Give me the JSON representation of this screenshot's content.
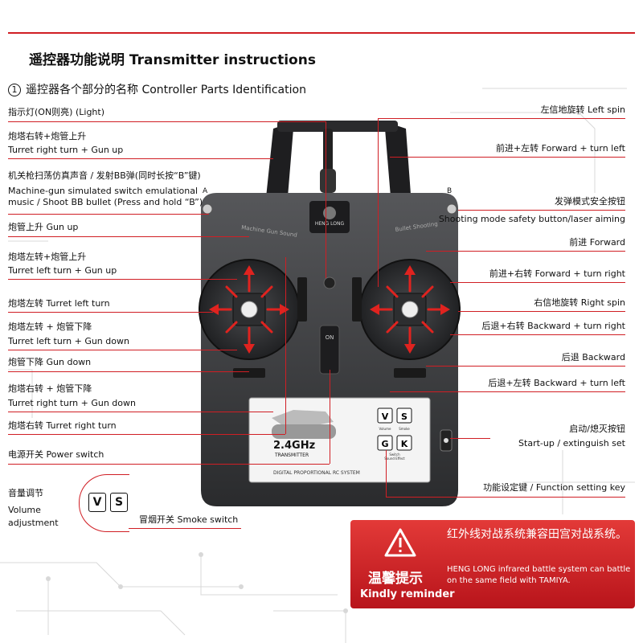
{
  "header": {
    "title": "遥控器功能说明   Transmitter instructions",
    "section_number": "1",
    "section_title": "遥控器各个部分的名称   Controller Parts Identification"
  },
  "labels_left": [
    {
      "zh": "指示灯(ON则亮) (Light)",
      "en": ""
    },
    {
      "zh": "炮塔右转+炮管上升",
      "en": "Turret right turn + Gun up"
    },
    {
      "zh": "机关枪扫荡仿真声音 / 发射BB弹(同时长按“B”键)",
      "en": "Machine-gun simulated switch emulational music / Shoot BB bullet (Press and hold “B”)"
    },
    {
      "zh": "炮管上升 Gun up",
      "en": ""
    },
    {
      "zh": "炮塔左转+炮管上升",
      "en": "Turret left turn + Gun up"
    },
    {
      "zh": "炮塔左转 Turret left turn",
      "en": ""
    },
    {
      "zh": "炮塔左转 + 炮管下降",
      "en": "Turret left turn + Gun down"
    },
    {
      "zh": "炮管下降 Gun down",
      "en": ""
    },
    {
      "zh": "炮塔右转 + 炮管下降",
      "en": "Turret right turn + Gun down"
    },
    {
      "zh": "炮塔右转 Turret right turn",
      "en": ""
    },
    {
      "zh": "电源开关 Power switch",
      "en": ""
    },
    {
      "zh": "音量调节",
      "en": "Volume adjustment"
    },
    {
      "zh": "冒烟开关 Smoke switch",
      "en": ""
    }
  ],
  "labels_right": [
    "左信地旋转 Left spin",
    "前进+左转  Forward + turn left",
    "发弹模式安全按钮",
    "Shooting mode safety button/laser aiming",
    "前进  Forward",
    "前进+右转  Forward + turn right",
    "右信地旋转  Right spin",
    "后退+右转  Backward + turn right",
    "后退  Backward",
    "后退+左转  Backward + turn left",
    "启动/熄灭按钮",
    "Start-up / extinguish set",
    "功能设定键 / Function setting key"
  ],
  "controller": {
    "brand": "HENG LONG",
    "left_button": "A",
    "right_button": "B",
    "left_tag": "Machine Gun Sound",
    "right_tag": "Bullet Shooting",
    "on_label": "ON",
    "freq": "2.4GHz",
    "freq_sub": "TRANSMITTER",
    "system_text": "DIGITAL PROPORTIONAL RC SYSTEM",
    "keys": [
      "V",
      "S",
      "G",
      "K"
    ],
    "key_captions": [
      "Volume",
      "Smoke",
      "Switch",
      "Sound Effect"
    ]
  },
  "vs_keys": [
    "V",
    "S"
  ],
  "notice": {
    "zh_title": "温馨提示",
    "en_title": "Kindly reminder",
    "zh_text": "红外线对战系统兼容田宫对战系统。",
    "en_text": "HENG LONG infrared battle system can battle on the same field with TAMIYA."
  },
  "colors": {
    "accent": "#d01e24",
    "body": "#3a3a3c",
    "body_dark": "#1e1e20",
    "arrow": "#e0231f"
  }
}
